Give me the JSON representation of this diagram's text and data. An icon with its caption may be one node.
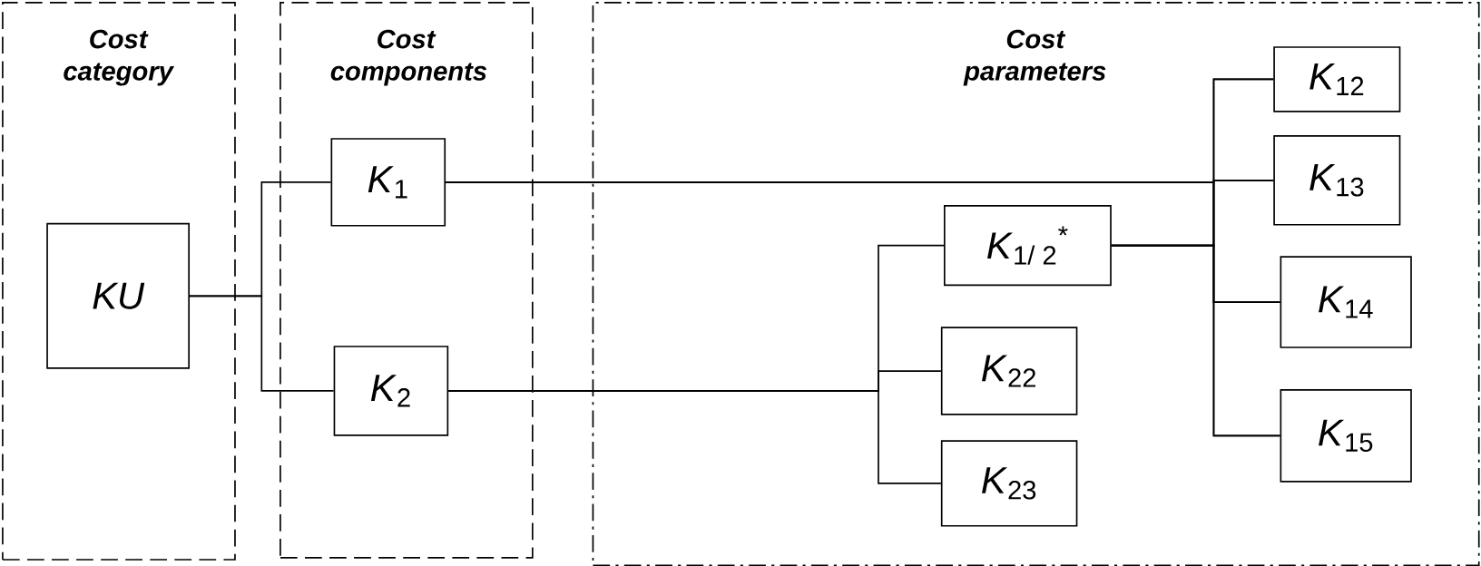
{
  "diagram": {
    "nodes": [
      {
        "text": [
          "Cost category"
        ]
      },
      {
        "text": [
          "Cost components"
        ]
      },
      {
        "text": [
          "Cost parameters"
        ]
      },
      {
        "text": [
          "KU"
        ],
        "in": 0
      },
      {
        "text": [
          "*K*$_{1}$"
        ],
        "in": 1
      },
      {
        "text": [
          "*K*$_{2}$"
        ],
        "in": 1
      },
      {
        "text": [
          "*K*$_{1/ 2}$$^{*}$"
        ],
        "in": 2
      },
      {
        "text": [
          "*K*$_{22}$"
        ],
        "in": 2
      },
      {
        "text": [
          "*K*$_{23}$"
        ],
        "in": 2
      },
      {
        "text": [
          "*K*$_{12}$"
        ],
        "in": 2
      },
      {
        "text": [
          "*K*$_{13}$"
        ],
        "in": 2
      },
      {
        "text": [
          "*K*$_{14}$"
        ],
        "in": 2
      },
      {
        "text": [
          "*K*$_{15}$"
        ],
        "in": 2
      }
    ],
    "edges": [
      {
        "from": 3,
        "to": 4,
        "arrow": "none"
      },
      {
        "from": 3,
        "to": 5,
        "arrow": "none"
      },
      {
        "from": 4,
        "to": 9,
        "arrow": "none"
      },
      {
        "from": 4,
        "to": 10,
        "arrow": "none"
      },
      {
        "from": 4,
        "to": 11,
        "arrow": "none"
      },
      {
        "from": 4,
        "to": 12,
        "arrow": "none"
      },
      {
        "from": 6,
        "to": 9,
        "arrow": "none"
      },
      {
        "from": 6,
        "to": 10,
        "arrow": "none"
      },
      {
        "from": 6,
        "to": 11,
        "arrow": "none"
      },
      {
        "from": 6,
        "to": 12,
        "arrow": "none"
      },
      {
        "from": 5,
        "to": 6,
        "arrow": "none"
      },
      {
        "from": 5,
        "to": 7,
        "arrow": "none"
      },
      {
        "from": 5,
        "to": 8,
        "arrow": "none"
      }
    ]
  }
}
